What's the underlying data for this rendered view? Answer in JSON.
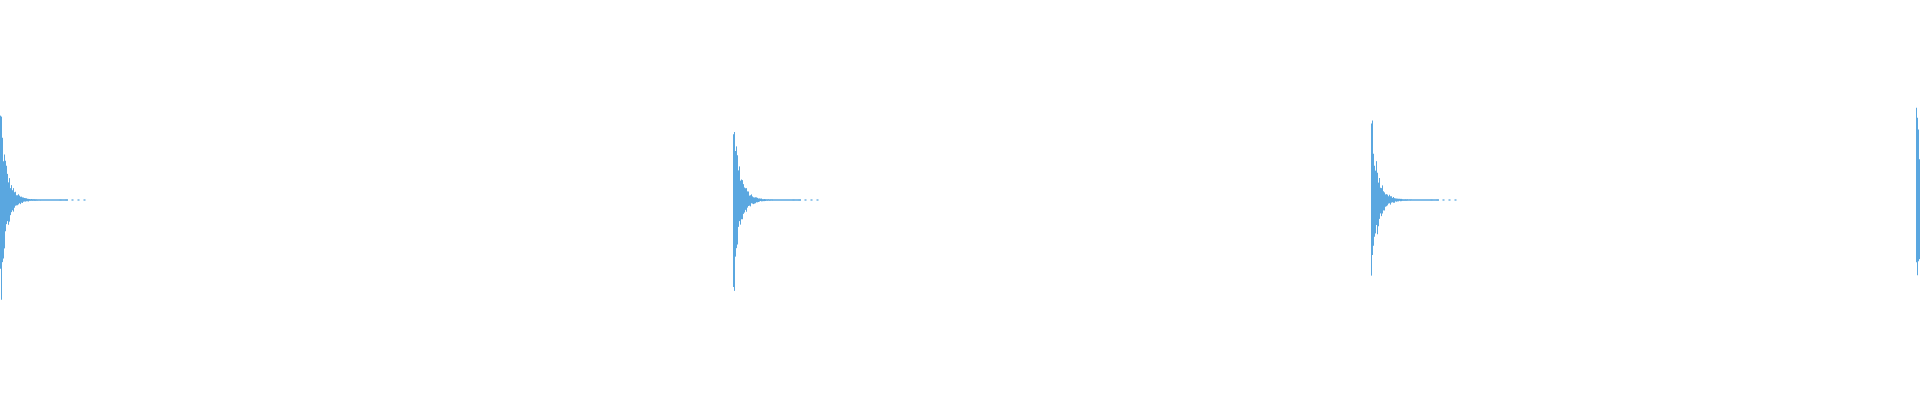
{
  "waveform": {
    "color": "#5aa7e0",
    "background": "#ffffff",
    "samples_per_second": 1,
    "transients": [
      {
        "onset": 0.0,
        "peak_amplitude": 0.98
      },
      {
        "onset": 0.382,
        "peak_amplitude": 0.97
      },
      {
        "onset": 0.714,
        "peak_amplitude": 0.92
      },
      {
        "onset": 0.998,
        "peak_amplitude": 1.0
      }
    ]
  }
}
